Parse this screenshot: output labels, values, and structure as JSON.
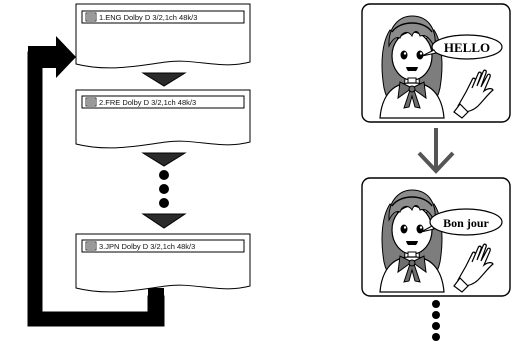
{
  "colors": {
    "ink": "#000000",
    "paper": "#ffffff",
    "arrow_fill": "#2b2b2b",
    "hair": "#8a8a8a",
    "face": "#ffffff"
  },
  "screens": [
    {
      "icon": "audio-track-icon",
      "label": "1.ENG Dolby D 3/2,1ch 48k/3"
    },
    {
      "icon": "audio-track-icon",
      "label": "2.FRE Dolby D 3/2,1ch 48k/3"
    },
    {
      "icon": "audio-track-icon",
      "label": "3.JPN Dolby D 3/2,1ch 48k/3"
    }
  ],
  "tv_panels": [
    {
      "speech": "HELLO"
    },
    {
      "speech": "Bon jour"
    }
  ],
  "icons": {
    "return_arrow": "loop-back-arrow-icon",
    "down_arrow": "down-arrow-icon",
    "ellipsis": "vertical-ellipsis-icon",
    "character": "girl-character-icon",
    "hand": "waving-hand-icon"
  }
}
